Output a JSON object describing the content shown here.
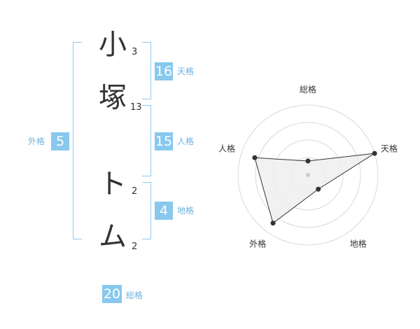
{
  "name": {
    "chars": [
      {
        "char": "小",
        "strokes": "3"
      },
      {
        "char": "塚",
        "strokes": "13"
      },
      {
        "char": "ト",
        "strokes": "2"
      },
      {
        "char": "ム",
        "strokes": "2"
      }
    ]
  },
  "fortune": {
    "ten": {
      "value": "16",
      "label": "天格"
    },
    "jin": {
      "value": "15",
      "label": "人格"
    },
    "chi": {
      "value": "4",
      "label": "地格"
    },
    "gai": {
      "value": "5",
      "label": "外格"
    },
    "sou": {
      "value": "20",
      "label": "総格"
    }
  },
  "chart_data": {
    "type": "radar",
    "axes": [
      "総格",
      "天格",
      "地格",
      "外格",
      "人格"
    ],
    "values": [
      0.2,
      1.0,
      0.25,
      0.85,
      0.8
    ],
    "rings": 4,
    "colors": {
      "fill": "#eeeeee",
      "line": "#333333",
      "grid": "#d9d9d9",
      "center": "#cccccc"
    }
  },
  "colors": {
    "accent": "#88c8ee",
    "label": "#6ab4e0",
    "bracket": "#8ccaf0"
  }
}
